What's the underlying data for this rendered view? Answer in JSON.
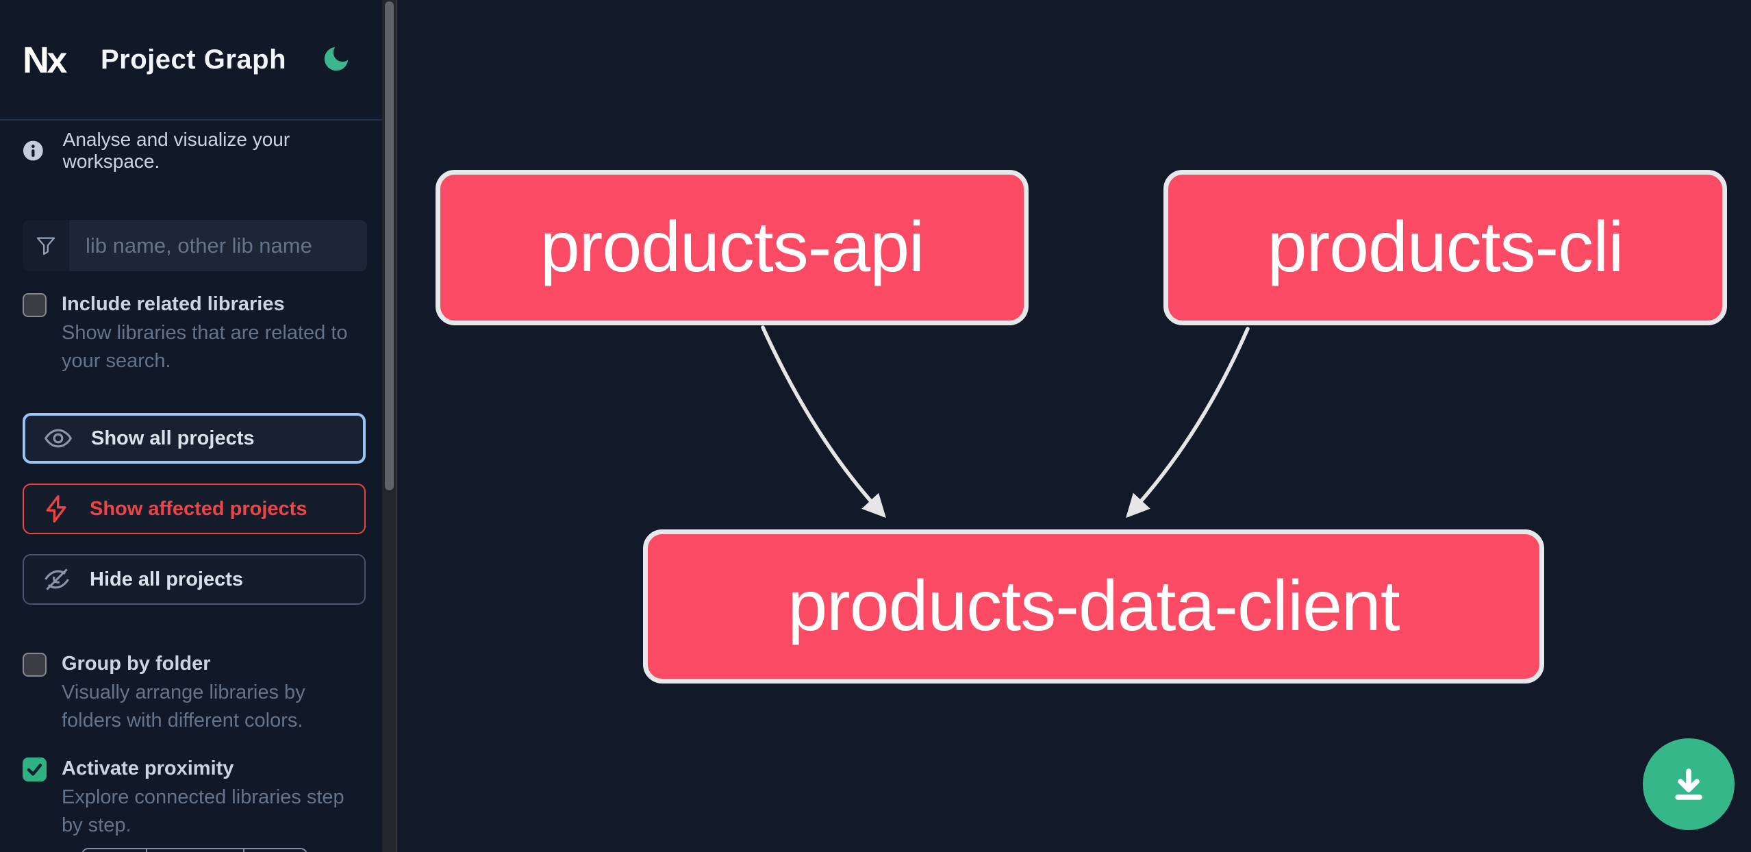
{
  "header": {
    "logo_text": "Nx",
    "title": "Project Graph",
    "theme_toggle_icon": "moon-icon"
  },
  "sidebar": {
    "tagline": "Analyse and visualize your workspace.",
    "search": {
      "placeholder": "lib name, other lib name",
      "value": "",
      "icon": "filter-funnel-icon"
    },
    "include_related": {
      "label": "Include related libraries",
      "description": "Show libraries that are related to your search.",
      "checked": false
    },
    "buttons": {
      "show_all": {
        "label": "Show all projects",
        "icon": "eye-icon",
        "state": "focused"
      },
      "show_affected": {
        "label": "Show affected projects",
        "icon": "lightning-bolt-icon",
        "state": "default"
      },
      "hide_all": {
        "label": "Hide all projects",
        "icon": "eye-off-icon",
        "state": "default"
      }
    },
    "group_by_folder": {
      "label": "Group by folder",
      "description": "Visually arrange libraries by folders with different colors.",
      "checked": false
    },
    "activate_proximity": {
      "label": "Activate proximity",
      "description": "Explore connected libraries step by step.",
      "checked": true
    }
  },
  "graph": {
    "nodes": [
      {
        "label": "products-api"
      },
      {
        "label": "products-cli"
      },
      {
        "label": "products-data-client"
      }
    ],
    "edges": [
      {
        "from": "products-api",
        "to": "products-data-client"
      },
      {
        "from": "products-cli",
        "to": "products-data-client"
      }
    ]
  },
  "fab": {
    "icon": "download-icon"
  },
  "colors": {
    "background": "#121a29",
    "node_fill": "#fb4a63",
    "node_border": "#e6e8ea",
    "edge": "#e6e6e6",
    "accent_green": "#35b789",
    "focus_blue": "#9cc3f5",
    "danger_red": "#ef4444",
    "text_muted": "#64748b",
    "text_main": "#cbd5e1"
  }
}
